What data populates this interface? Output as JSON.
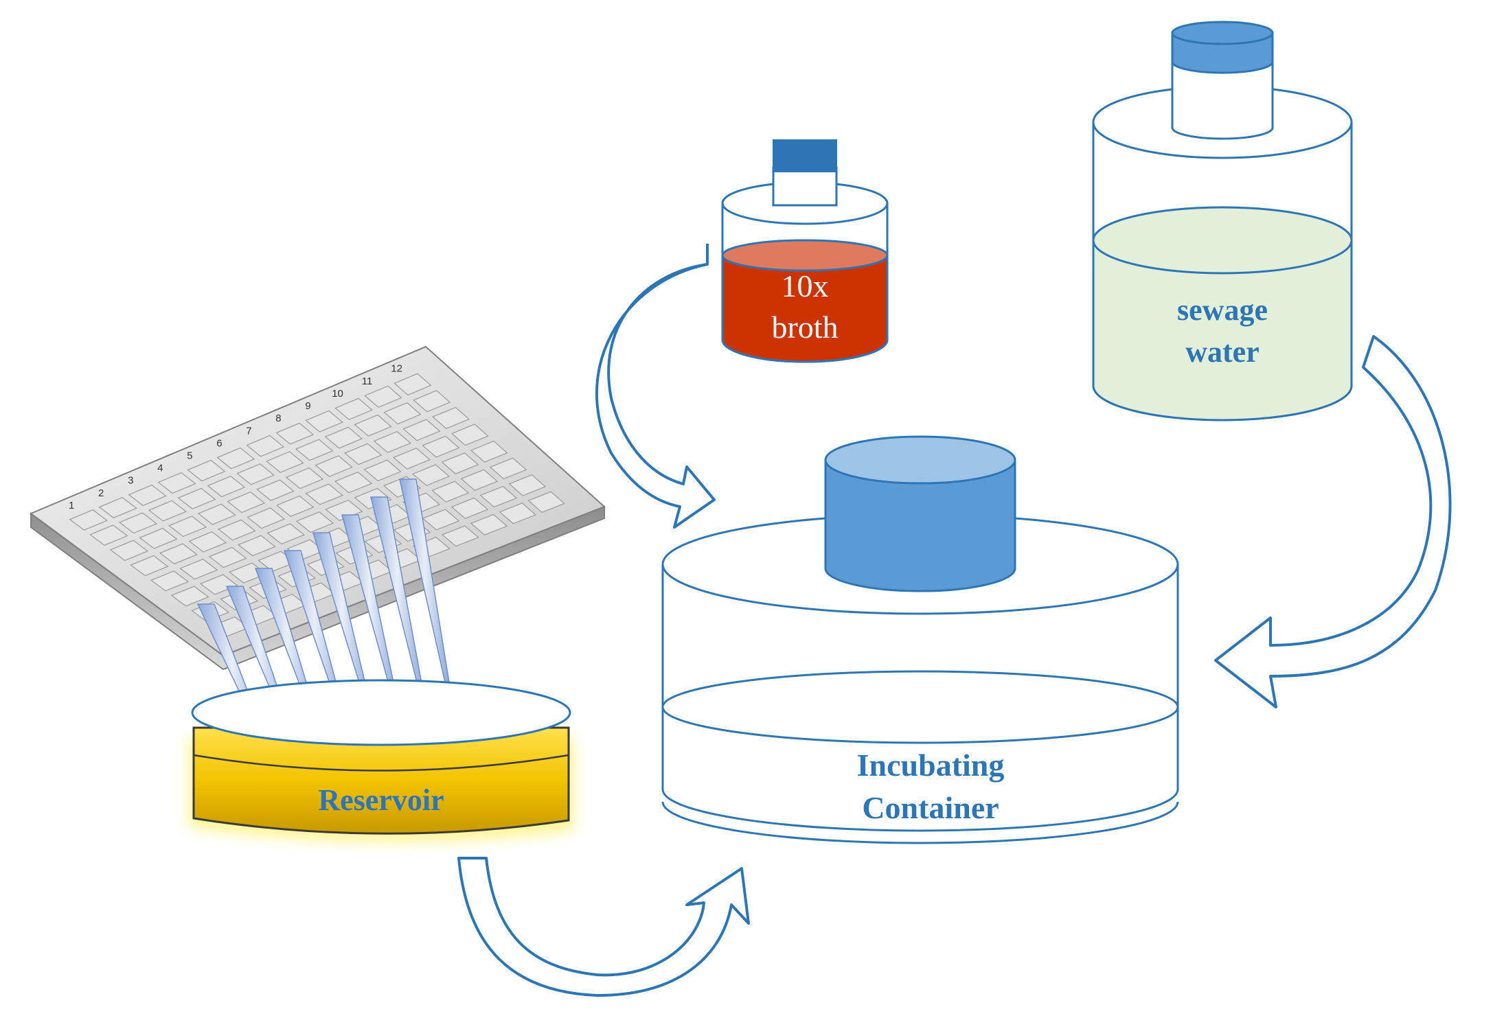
{
  "labels": {
    "broth_line1": "10x",
    "broth_line2": "broth",
    "sewage_line1": "sewage",
    "sewage_line2": "water",
    "incubating_line1": "Incubating",
    "incubating_line2": "Container",
    "reservoir": "Reservoir"
  },
  "plate_columns": [
    "1",
    "2",
    "3",
    "4",
    "5",
    "6",
    "7",
    "8",
    "9",
    "10",
    "11",
    "12"
  ],
  "colors": {
    "outline": "#2e75b6",
    "label_blue": "#2e75b6",
    "broth_liquid": "#cc3300",
    "broth_surface": "#e07a5f",
    "cap_blue": "#5b9bd5",
    "cap_top": "#9dc3e6",
    "sewage_liquid": "#e2efd9",
    "reservoir_yellow": "#f2c300",
    "plate_grey": "#b0b0b0"
  }
}
